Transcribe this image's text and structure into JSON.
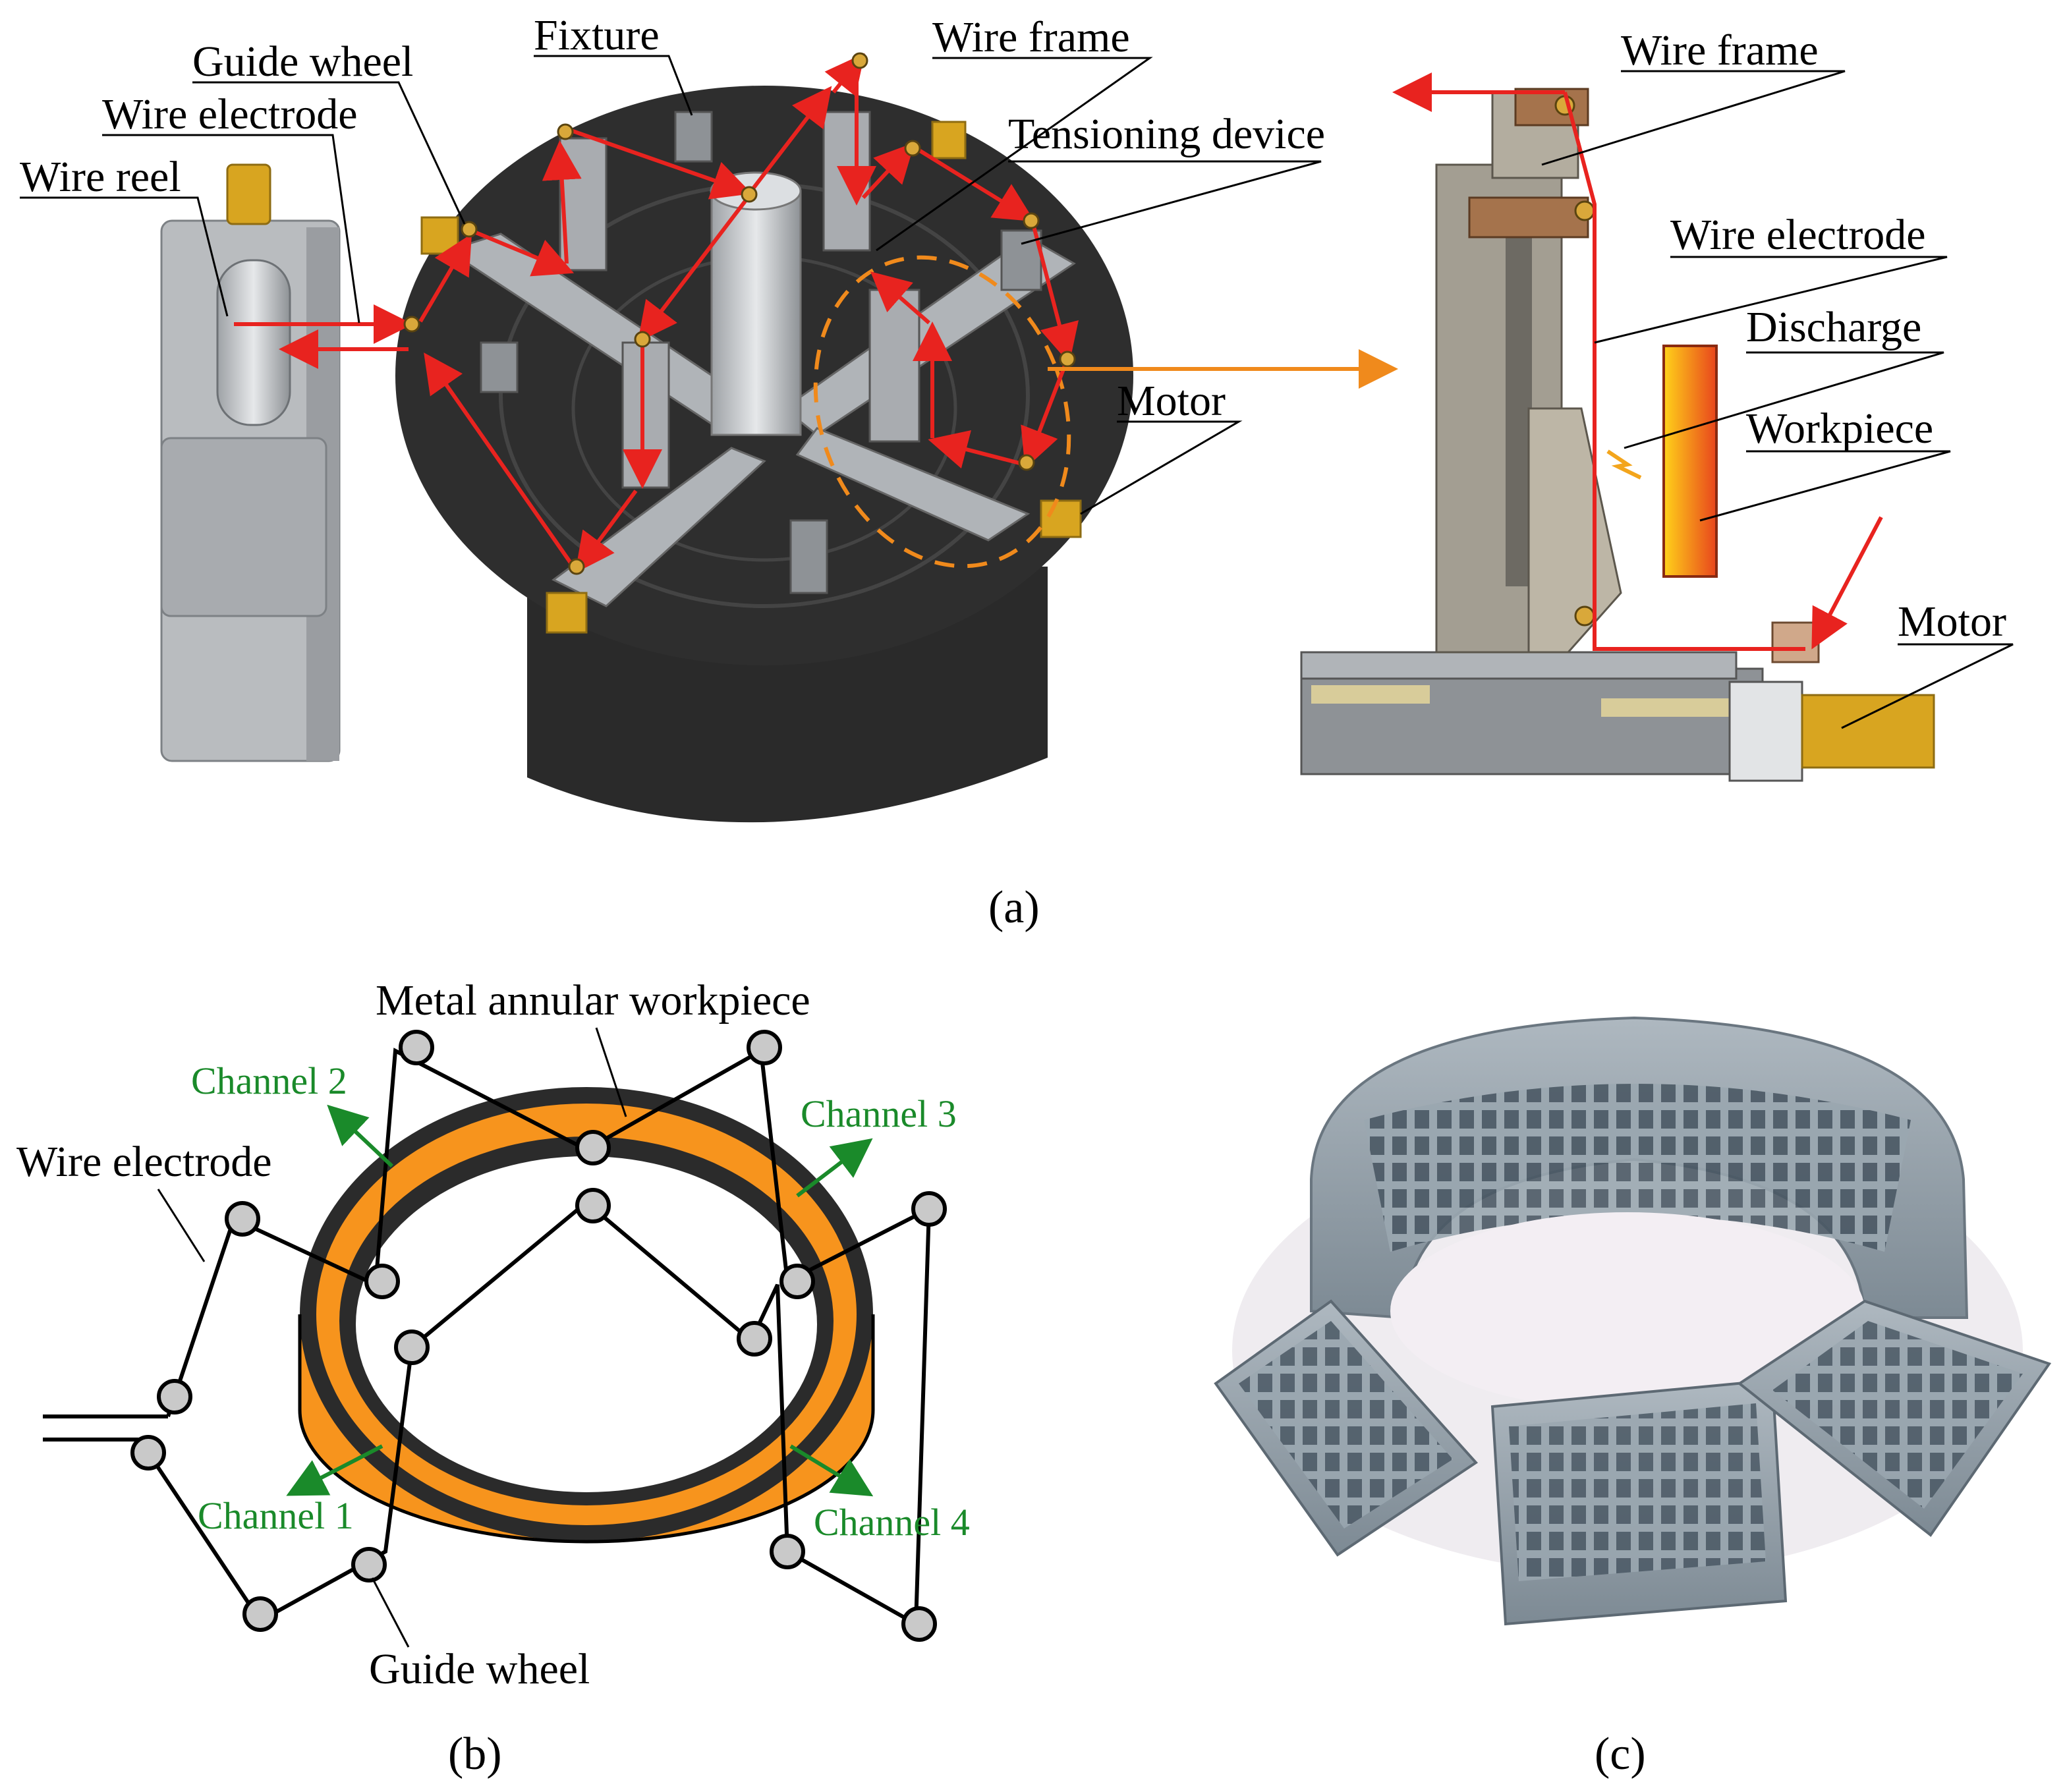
{
  "panel_a": {
    "caption": "(a)",
    "labels": {
      "guide_wheel": "Guide wheel",
      "wire_electrode_left": "Wire electrode",
      "wire_reel": "Wire reel",
      "fixture": "Fixture",
      "wire_frame_center": "Wire frame",
      "tensioning_device": "Tensioning device",
      "motor_center": "Motor",
      "wire_frame_right": "Wire frame",
      "wire_electrode_right": "Wire electrode",
      "discharge": "Discharge",
      "workpiece": "Workpiece",
      "motor_right": "Motor"
    }
  },
  "panel_b": {
    "caption": "(b)",
    "labels": {
      "metal_annular_workpiece": "Metal annular workpiece",
      "wire_electrode": "Wire electrode",
      "guide_wheel": "Guide wheel",
      "channel_1": "Channel 1",
      "channel_2": "Channel 2",
      "channel_3": "Channel 3",
      "channel_4": "Channel 4"
    }
  },
  "panel_c": {
    "caption": "(c)"
  },
  "colors": {
    "wire_arrow": "#e8231f",
    "callout_orange": "#f08a1c",
    "ring_orange": "#f7941d",
    "ring_dark": "#2b2b2b",
    "channel_green": "#1a8a2a",
    "motor_gold": "#d8a520",
    "machine_dark": "#2a2a2a",
    "steel": "#b9bcbf"
  }
}
